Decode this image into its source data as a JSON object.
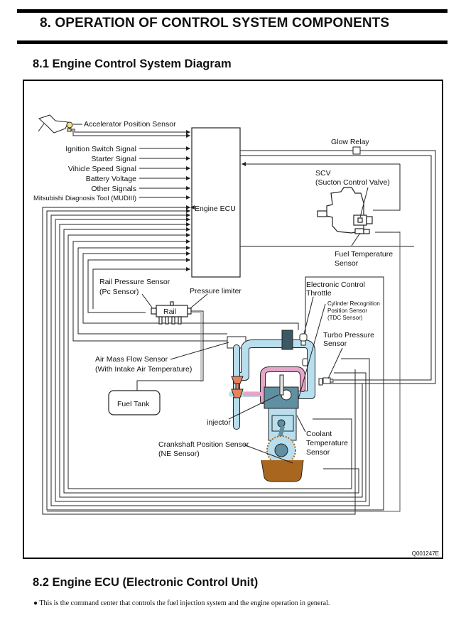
{
  "header": {
    "section_title": "8. OPERATION OF CONTROL SYSTEM COMPONENTS"
  },
  "section_8_1": {
    "title": "8.1  Engine Control System Diagram"
  },
  "diagram": {
    "figure_id": "Q001247E",
    "ecu_label": "Engine ECU",
    "inputs": [
      "Accelerator Position Sensor",
      "Ignition Switch Signal",
      "Starter Signal",
      "Vihicle Speed Signal",
      "Battery  Voltage",
      "Other Signals",
      "Mitsubishi Diagnosis Tool (MUDIII)"
    ],
    "components": {
      "glow_relay": "Glow Relay",
      "scv_line1": "SCV",
      "scv_line2": "(Sucton Control Valve)",
      "fuel_temp_line1": "Fuel Temperature",
      "fuel_temp_line2": "Sensor",
      "rail_pressure_line1": "Rail Pressure Sensor",
      "rail_pressure_line2": "(Pc Sensor)",
      "pressure_limiter": "Pressure limiter",
      "rail": "Rail",
      "etc_line1": "Electronic Control",
      "etc_line2": "Throttle",
      "tdc_line1": "Cylinder Recognition",
      "tdc_line2": "Position Sensor",
      "tdc_line3": "(TDC  Sensor)",
      "turbo_line1": "Turbo Pressure",
      "turbo_line2": "Sensor",
      "maf_line1": "Air Mass Flow Sensor",
      "maf_line2": "(With Intake Air Temperature)",
      "fuel_tank": "Fuel Tank",
      "injector": "injector",
      "crank_line1": "Crankshaft Position Sensor",
      "crank_line2": "(NE Sensor)",
      "coolant_line1": "Coolant",
      "coolant_line2": "Temperature",
      "coolant_line3": "Sensor"
    },
    "colors": {
      "intake_pipe": "#b9dfee",
      "exhaust_pipe": "#e6a6c8",
      "turbo": "#e8825a",
      "engine_block": "#5f8fa0",
      "oil": "#a8661f",
      "wire": "#222222"
    }
  },
  "section_8_2": {
    "title": "8.2  Engine ECU (Electronic Control Unit)",
    "bullet": "● This is the command center that controls the fuel injection system and the engine operation in general."
  }
}
